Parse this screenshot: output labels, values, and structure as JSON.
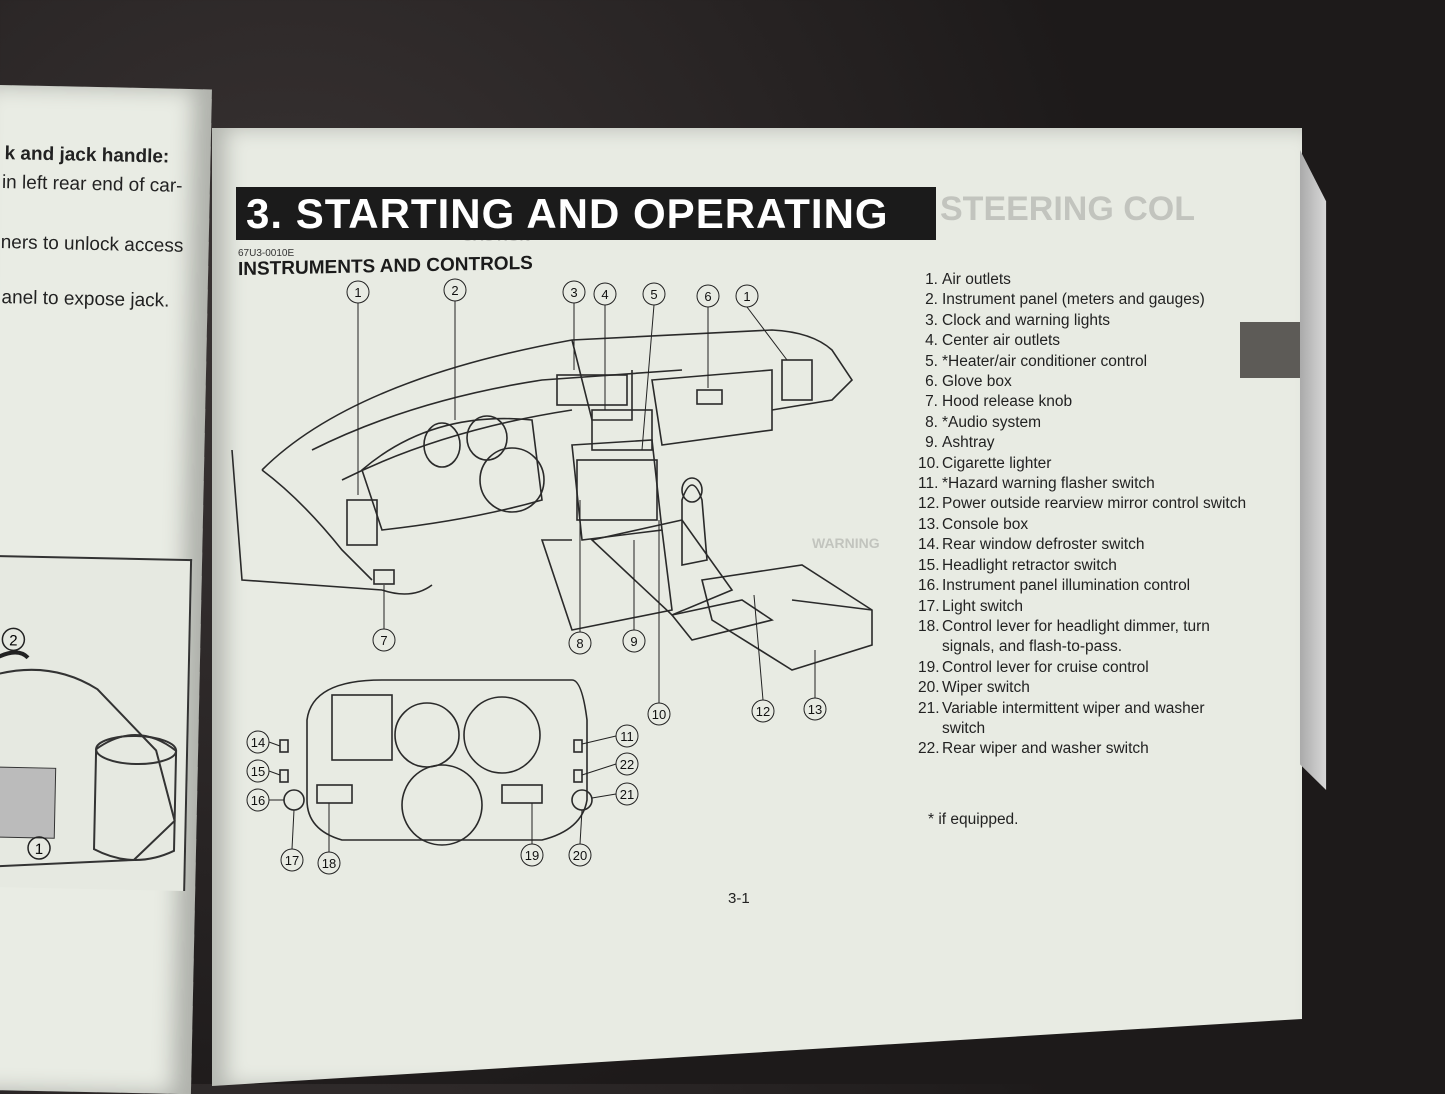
{
  "left_page": {
    "lines": [
      {
        "text": "k and jack handle:",
        "bold": true
      },
      {
        "text": "in left rear end of car-",
        "bold": false
      },
      {
        "text": "ners to unlock access",
        "bold": false
      },
      {
        "text": "anel to expose jack.",
        "bold": false
      }
    ],
    "callouts": [
      "2",
      "1"
    ]
  },
  "right_page": {
    "ghost_heading": "STEERING COL",
    "ghost_caution": "CAUTION",
    "ghost_warning": "WARNING",
    "header": "3. STARTING AND OPERATING",
    "code": "67U3-0010E",
    "section_title": "INSTRUMENTS AND CONTROLS",
    "items": [
      {
        "num": "1.",
        "label": "Air outlets"
      },
      {
        "num": "2.",
        "label": "Instrument panel (meters and gauges)"
      },
      {
        "num": "3.",
        "label": "Clock and warning lights"
      },
      {
        "num": "4.",
        "label": "Center air outlets"
      },
      {
        "num": "5.",
        "label": "*Heater/air conditioner control"
      },
      {
        "num": "6.",
        "label": "Glove box"
      },
      {
        "num": "7.",
        "label": "Hood release knob"
      },
      {
        "num": "8.",
        "label": "*Audio system"
      },
      {
        "num": "9.",
        "label": "Ashtray"
      },
      {
        "num": "10.",
        "label": "Cigarette lighter"
      },
      {
        "num": "11.",
        "label": "*Hazard warning flasher switch"
      },
      {
        "num": "12.",
        "label": "Power outside rearview mirror control switch"
      },
      {
        "num": "13.",
        "label": "Console box"
      },
      {
        "num": "14.",
        "label": "Rear window defroster switch"
      },
      {
        "num": "15.",
        "label": "Headlight retractor switch"
      },
      {
        "num": "16.",
        "label": "Instrument panel illumination control"
      },
      {
        "num": "17.",
        "label": "Light switch"
      },
      {
        "num": "18.",
        "label": "Control lever for headlight dimmer, turn signals, and flash-to-pass."
      },
      {
        "num": "19.",
        "label": "Control lever for cruise control"
      },
      {
        "num": "20.",
        "label": "Wiper switch"
      },
      {
        "num": "21.",
        "label": "Variable intermittent wiper and washer switch"
      },
      {
        "num": "22.",
        "label": "Rear wiper and washer switch"
      }
    ],
    "footnote": "* if equipped.",
    "page_number": "3-1",
    "callouts": {
      "dash": [
        "1",
        "2",
        "3",
        "4",
        "5",
        "6",
        "1",
        "7",
        "8",
        "9",
        "10",
        "12",
        "13"
      ],
      "cluster": [
        "14",
        "15",
        "16",
        "17",
        "18",
        "19",
        "20",
        "21",
        "22",
        "11"
      ]
    }
  }
}
